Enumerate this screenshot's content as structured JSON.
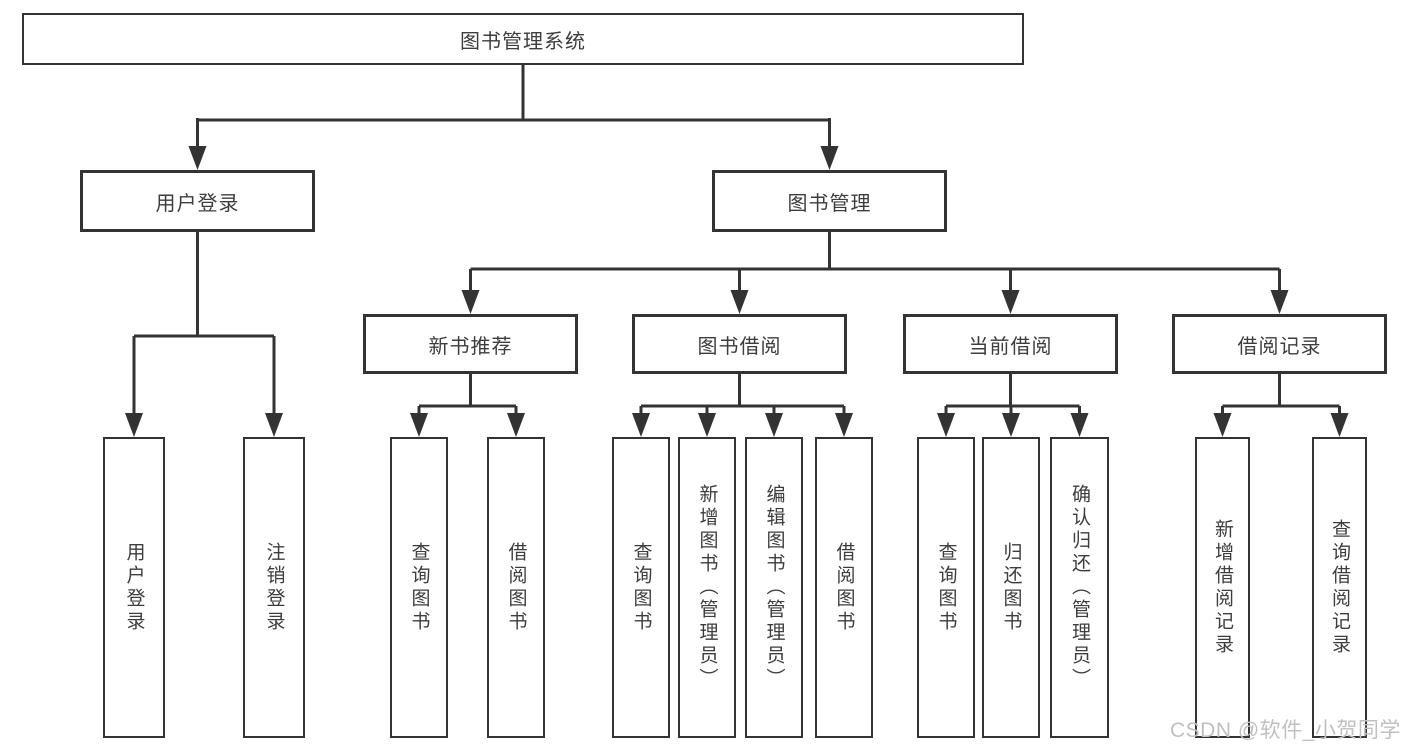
{
  "colors": {
    "line": "#333333",
    "text": "#3d3d3d",
    "watermark": "#c0c0c0"
  },
  "chart_type": "hierarchy-diagram",
  "tree": {
    "root": {
      "label": "图书管理系统",
      "children": [
        {
          "label": "用户登录",
          "children": [
            {
              "label": "用户登录"
            },
            {
              "label": "注销登录"
            }
          ]
        },
        {
          "label": "图书管理",
          "children": [
            {
              "label": "新书推荐",
              "children": [
                {
                  "label": "查询图书"
                },
                {
                  "label": "借阅图书"
                }
              ]
            },
            {
              "label": "图书借阅",
              "children": [
                {
                  "label": "查询图书"
                },
                {
                  "label": "新增图书（管理员）"
                },
                {
                  "label": "编辑图书（管理员）"
                },
                {
                  "label": "借阅图书"
                }
              ]
            },
            {
              "label": "当前借阅",
              "children": [
                {
                  "label": "查询图书"
                },
                {
                  "label": "归还图书"
                },
                {
                  "label": "确认归还（管理员）"
                }
              ]
            },
            {
              "label": "借阅记录",
              "children": [
                {
                  "label": "新增借阅记录"
                },
                {
                  "label": "查询借阅记录"
                }
              ]
            }
          ]
        }
      ]
    }
  },
  "watermark": "CSDN @软件_小贺同学"
}
